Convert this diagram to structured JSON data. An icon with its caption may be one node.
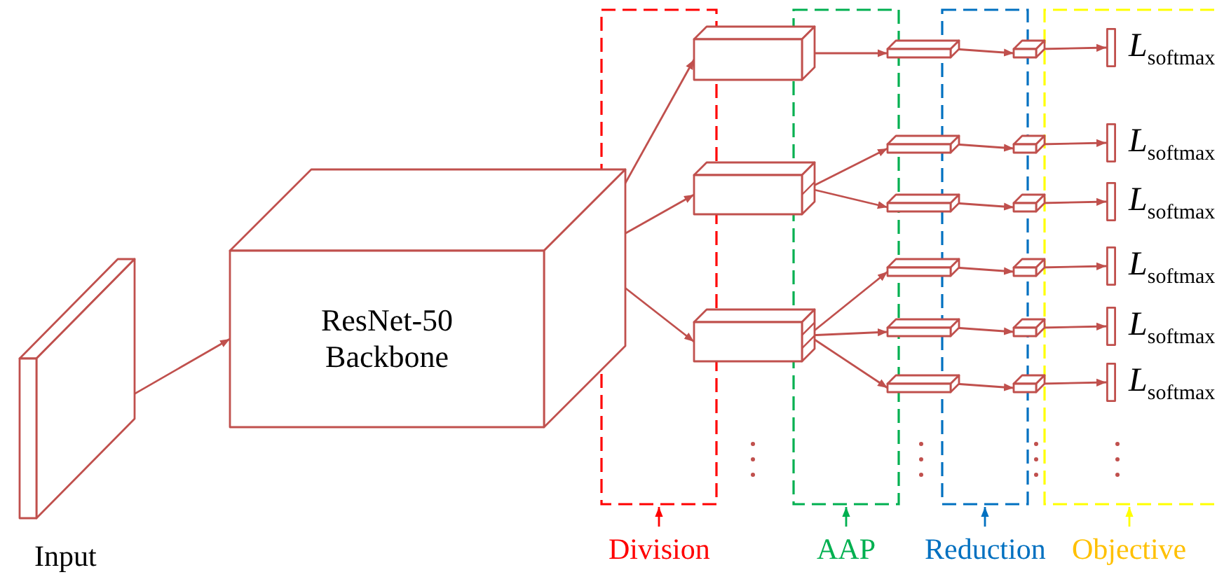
{
  "diagram": {
    "nodes": [
      {
        "text": [],
        "shape": "box",
        "beside": [
          "Input"
        ]
      },
      {
        "text": [
          "ResNet-50 Backbone"
        ]
      },
      {
        "text": [],
        "shape": "box"
      },
      {
        "text": [],
        "shape": "box"
      },
      {
        "text": [],
        "shape": "box"
      },
      {
        "text": [],
        "shape": "box"
      },
      {
        "text": [],
        "shape": "box"
      },
      {
        "text": [],
        "shape": "box"
      },
      {
        "text": [],
        "shape": "box"
      },
      {
        "text": [],
        "shape": "box"
      },
      {
        "text": [],
        "shape": "box"
      },
      {
        "text": [],
        "shape": "box"
      },
      {
        "text": [],
        "shape": "box"
      },
      {
        "text": [],
        "shape": "box"
      },
      {
        "text": [],
        "shape": "box"
      },
      {
        "text": [],
        "shape": "box"
      },
      {
        "text": [],
        "shape": "box"
      },
      {
        "text": [],
        "shape": "bar",
        "beside": [
          "*L*$_{softmax}$"
        ]
      },
      {
        "text": [],
        "shape": "bar",
        "beside": [
          "*L*$_{softmax}$"
        ]
      },
      {
        "text": [],
        "shape": "bar",
        "beside": [
          "*L*$_{softmax}$"
        ]
      },
      {
        "text": [],
        "shape": "bar",
        "beside": [
          "*L*$_{softmax}$"
        ]
      },
      {
        "text": [],
        "shape": "bar",
        "beside": [
          "*L*$_{softmax}$"
        ]
      },
      {
        "text": [],
        "shape": "bar",
        "beside": [
          "*L*$_{softmax}$"
        ]
      }
    ],
    "edges": [
      {
        "from": 0,
        "to": 1,
        "arrow": "to"
      },
      {
        "from": 1,
        "to": 2,
        "arrow": "to"
      },
      {
        "from": 1,
        "to": 3,
        "arrow": "to"
      },
      {
        "from": 1,
        "to": 4,
        "arrow": "to"
      },
      {
        "from": 2,
        "to": 5,
        "arrow": "to"
      },
      {
        "from": 3,
        "to": 6,
        "arrow": "to"
      },
      {
        "from": 3,
        "to": 7,
        "arrow": "to"
      },
      {
        "from": 4,
        "to": 8,
        "arrow": "to"
      },
      {
        "from": 4,
        "to": 9,
        "arrow": "to"
      },
      {
        "from": 4,
        "to": 10,
        "arrow": "to"
      },
      {
        "from": 5,
        "to": 11,
        "arrow": "to"
      },
      {
        "from": 6,
        "to": 12,
        "arrow": "to"
      },
      {
        "from": 7,
        "to": 13,
        "arrow": "to"
      },
      {
        "from": 8,
        "to": 14,
        "arrow": "to"
      },
      {
        "from": 9,
        "to": 15,
        "arrow": "to"
      },
      {
        "from": 10,
        "to": 16,
        "arrow": "to"
      },
      {
        "from": 11,
        "to": 17,
        "arrow": "to"
      },
      {
        "from": 12,
        "to": 18,
        "arrow": "to"
      },
      {
        "from": 13,
        "to": 19,
        "arrow": "to"
      },
      {
        "from": 14,
        "to": 20,
        "arrow": "to"
      },
      {
        "from": 15,
        "to": 21,
        "arrow": "to"
      },
      {
        "from": 16,
        "to": 22,
        "arrow": "to"
      }
    ],
    "labels": [
      "Division",
      "AAP",
      "Reduction",
      "Objective"
    ]
  }
}
